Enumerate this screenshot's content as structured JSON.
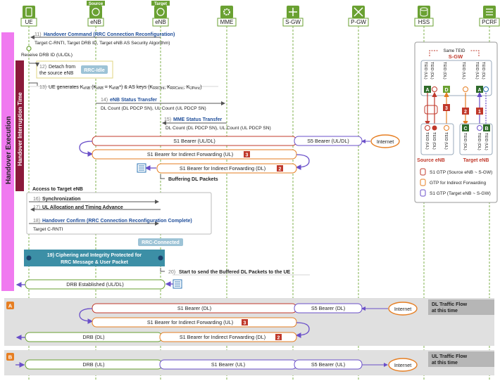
{
  "entities": [
    {
      "id": "ue",
      "label": "UE",
      "tag": ""
    },
    {
      "id": "senb",
      "label": "eNB",
      "tag": "Source"
    },
    {
      "id": "tenb",
      "label": "eNB",
      "tag": "Target"
    },
    {
      "id": "mme",
      "label": "MME",
      "tag": ""
    },
    {
      "id": "sgw",
      "label": "S-GW",
      "tag": ""
    },
    {
      "id": "pgw",
      "label": "P-GW",
      "tag": ""
    },
    {
      "id": "hss",
      "label": "HSS",
      "tag": ""
    },
    {
      "id": "pcrf",
      "label": "PCRF",
      "tag": ""
    }
  ],
  "phases": {
    "handover_execution": "Handover Execution",
    "handover_interruption": "Handover Interruption Time"
  },
  "steps": {
    "s11_num": "11)",
    "s11_title": "Handover Command (RRC Connection Reconfiguration)",
    "s11_sub": "Target C-RNTI, Target DRB ID, Target eNB AS Security Algorithm)",
    "receive_drb": "Receive DRB ID (UL/DL)",
    "s12_num": "12)",
    "s12_line1": "Detach from",
    "s12_line2": "the source eNB",
    "rrc_idle": "RRC-Idle",
    "s13_num": "13)",
    "s13_text": "UE generates K",
    "s13_text_sub1": "eNB",
    "s13_text_mid": " (K",
    "s13_text_sub2": "eNB",
    "s13_text_eq": " = K",
    "s13_text_sub3": "eNB",
    "s13_text_mid2": "*) & AS keys (K",
    "s13_k1": "RRCint",
    "s13_k2": "RRCenc",
    "s13_k3": "UPenc",
    "s14_num": "14)",
    "s14_title": "eNB Status Transfer",
    "s14_sub": "DL Count (DL PDCP SN), UL Count (UL PDCP SN)",
    "s15_num": "15)",
    "s15_title": "MME Status Transfer",
    "s15_sub": "DL Count (DL PDCP SN), UL Count (UL PDCP SN)",
    "s1_bearer_uldl": "S1 Bearer (UL/DL)",
    "s5_bearer_uldl": "S5 Bearer (UL/DL)",
    "internet": "Internet",
    "fwd_ul": "S1 Bearer for Indirect Forwarding (UL)",
    "fwd_ul_badge": "3",
    "fwd_dl": "S1 Bearer for Indirect Forwarding (DL)",
    "fwd_dl_badge": "2",
    "buffering": "Buffering DL Packets",
    "access_target": "Access to Target eNB",
    "s16_num": "16)",
    "s16_title": "Synchronization",
    "s17_num": "17)",
    "s17_title": "UL Allocation and Timing Advance",
    "s18_num": "18)",
    "s18_title": "Handover Confirm (RRC Connection Reconfiguration Complete)",
    "s18_sub": "Target C-RNTI",
    "rrc_connected": "RRC-Connected",
    "s19_line1": "19) Ciphering and Integrity Protected for",
    "s19_line2": "RRC Message & User Packet",
    "s20_num": "20)",
    "s20_title": "Start to send the Buffered DL Packets to the UE",
    "drb_established": "DRB Established (UL/DL)"
  },
  "flows": {
    "a_badge": "A",
    "b_badge": "B",
    "a_label1": "DL Traffic Flow",
    "a_label2": "at this time",
    "b_label1": "UL Traffic Flow",
    "b_label2": "at this time",
    "a_s1_dl": "S1 Bearer (DL)",
    "a_s5_dl": "S5 Bearer (DL)",
    "a_fwd_ul": "S1 Bearer for Indirect Forwarding (UL)",
    "a_fwd_ul_badge": "3",
    "a_drb_dl": "DRB (DL)",
    "a_fwd_dl": "S1 Bearer for Indirect Forwarding (DL)",
    "a_fwd_dl_badge": "2",
    "b_drb_ul": "DRB (UL)",
    "b_s1_ul": "S1 Bearer (UL)",
    "b_s5_ul": "S5 Bearer (UL)",
    "internet": "Internet"
  },
  "legend": {
    "same_teid": "Same TEID",
    "sgw": "S-GW",
    "teid_ul": "TEID (UL)",
    "teid_dl": "TEID (DL)",
    "badge_a": "A",
    "badge_b": "B",
    "badge_c": "C",
    "badge_d": "D",
    "num1": "1",
    "num2": "2",
    "num3": "3",
    "source_enb": "Source eNB",
    "target_enb": "Target eNB",
    "lg1": "S1 GTP (Source eNB ~ S-GW)",
    "lg2": "GTP for Indirect Forwarding",
    "lg3": "S1 GTP (Target eNB ~ S-GW)"
  },
  "colors": {
    "red": "#c0392b",
    "orange": "#e67e22",
    "purple": "#6a4fc9",
    "green": "#6aa132",
    "blue": "#2e75b6",
    "pink": "#f07af0",
    "darkred": "#8b1a3a",
    "teal": "#3c8fa6"
  }
}
